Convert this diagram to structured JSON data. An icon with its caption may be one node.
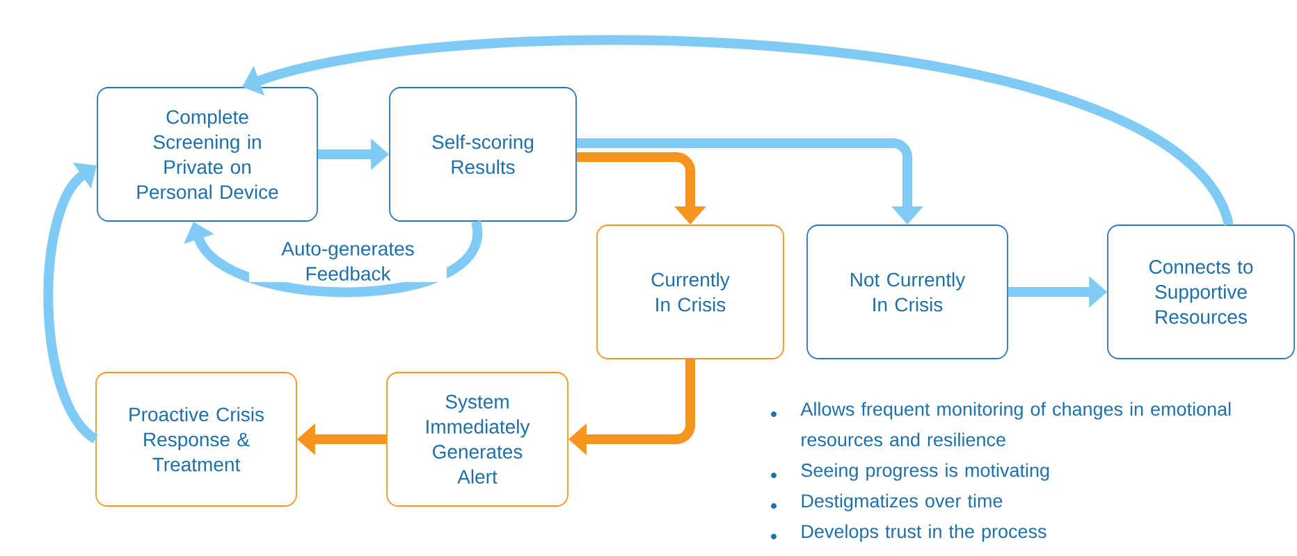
{
  "diagram": {
    "nodes": [
      {
        "text": [
          "Complete Screening in Private on Personal Device"
        ]
      },
      {
        "text": [
          "Self-scoring Results"
        ]
      },
      {
        "text": [
          "Currently In Crisis"
        ]
      },
      {
        "text": [
          "Not Currently In Crisis"
        ]
      },
      {
        "text": [
          "Connects to Supportive Resources"
        ]
      },
      {
        "text": [
          "Proactive Crisis Response & Treatment"
        ]
      },
      {
        "text": [
          "System Immediately Generates Alert"
        ]
      }
    ],
    "edges": [
      {
        "from": 0,
        "to": 1,
        "arrow": "to"
      },
      {
        "from": 1,
        "to": 3,
        "arrow": "to"
      },
      {
        "from": 1,
        "to": 2,
        "arrow": "to",
        "color": "#f7941d"
      },
      {
        "from": 3,
        "to": 4,
        "arrow": "to"
      },
      {
        "from": 4,
        "to": 0,
        "arrow": "to"
      },
      {
        "from": 1,
        "to": 0,
        "arrow": "to",
        "label": "Auto-generates Feedback"
      },
      {
        "from": 2,
        "to": 6,
        "arrow": "to",
        "color": "#f7941d"
      },
      {
        "from": 6,
        "to": 5,
        "arrow": "to",
        "color": "#f7941d"
      },
      {
        "from": 5,
        "to": 0,
        "arrow": "to"
      }
    ],
    "labels": [
      "Allows frequent monitoring of changes in emotional resources and resilience",
      "Seeing progress is motivating",
      "Destigmatizes over time",
      "Develops trust in the process"
    ]
  }
}
